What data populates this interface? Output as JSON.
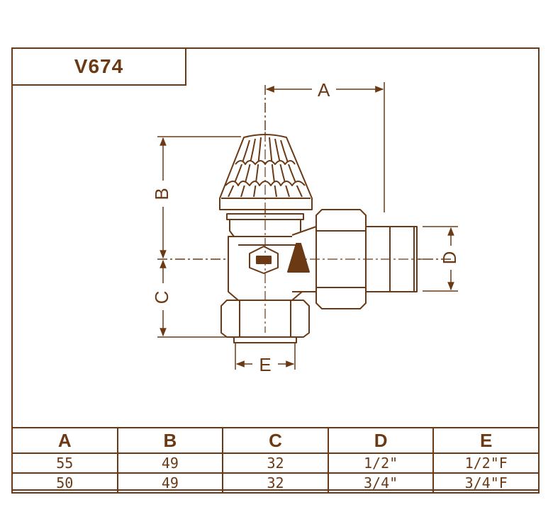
{
  "title": "V674",
  "dimensions": {
    "a": "A",
    "b": "B",
    "c": "C",
    "d": "D",
    "e": "E"
  },
  "table": {
    "headers": [
      "A",
      "B",
      "C",
      "D",
      "E"
    ],
    "rows": [
      [
        "55",
        "49",
        "32",
        "1/2\"",
        "1/2\"F"
      ],
      [
        "50",
        "49",
        "32",
        "3/4\"",
        "3/4\"F"
      ]
    ]
  },
  "colors": {
    "line": "#6b3a14",
    "fill": "#ffffff"
  }
}
